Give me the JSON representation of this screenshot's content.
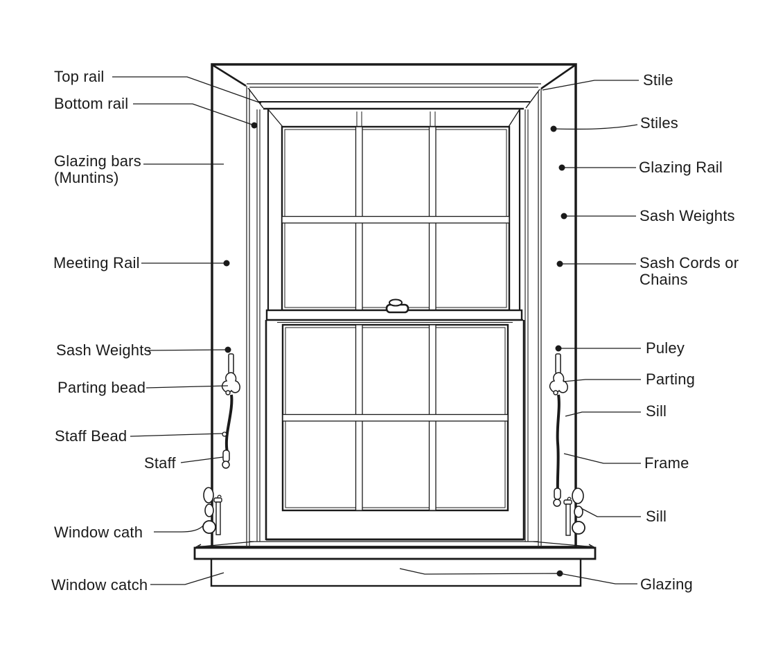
{
  "diagram": {
    "subject": "Double-hung sash window parts diagram",
    "labels_left": [
      {
        "id": "top-rail",
        "text": "Top rail"
      },
      {
        "id": "bottom-rail",
        "text": "Bottom rail"
      },
      {
        "id": "glazing-bars",
        "text": "Glazing bars\n(Muntins)"
      },
      {
        "id": "meeting-rail",
        "text": "Meeting Rail"
      },
      {
        "id": "sash-weights-left",
        "text": "Sash Weights"
      },
      {
        "id": "parting-bead",
        "text": "Parting bead"
      },
      {
        "id": "staff-bead",
        "text": "Staff Bead"
      },
      {
        "id": "staff",
        "text": "Staff"
      },
      {
        "id": "window-cath",
        "text": "Window cath"
      },
      {
        "id": "window-catch",
        "text": "Window catch"
      }
    ],
    "labels_right": [
      {
        "id": "stile",
        "text": "Stile"
      },
      {
        "id": "stiles",
        "text": "Stiles"
      },
      {
        "id": "glazing-rail",
        "text": "Glazing Rail"
      },
      {
        "id": "sash-weights-right",
        "text": "Sash Weights"
      },
      {
        "id": "sash-cords",
        "text": "Sash Cords or\nChains"
      },
      {
        "id": "puley",
        "text": "Puley"
      },
      {
        "id": "parting",
        "text": "Parting"
      },
      {
        "id": "sill-upper",
        "text": "Sill"
      },
      {
        "id": "frame",
        "text": "Frame"
      },
      {
        "id": "sill-lower",
        "text": "Sill"
      },
      {
        "id": "glazing",
        "text": "Glazing"
      }
    ],
    "colors": {
      "ink": "#1a1a1a",
      "background": "#ffffff"
    }
  }
}
